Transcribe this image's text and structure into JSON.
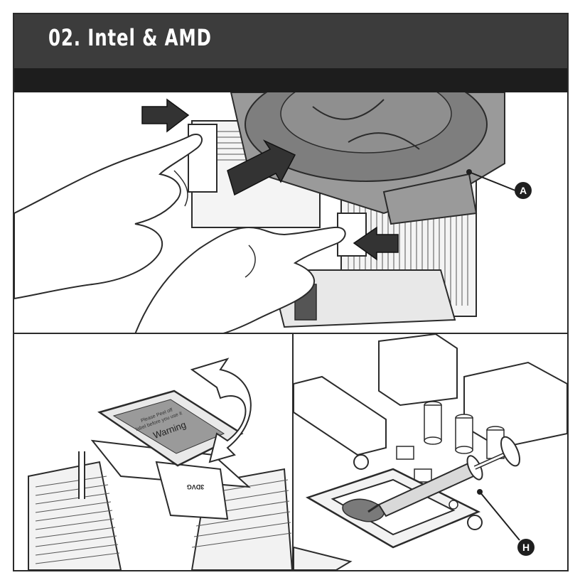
{
  "header": {
    "title": "02. Intel & AMD",
    "bg_color": "#3c3c3c",
    "subbar_color": "#1d1d1d"
  },
  "panels": {
    "top": {
      "callout": "A",
      "icons": [
        "hand-icon",
        "arrow-icon",
        "fan-icon",
        "heatsink-icon"
      ]
    },
    "bottom_left": {
      "sticker_line1": "Please Peel off",
      "sticker_line2": "label before you use it",
      "sticker_warning": "Warning",
      "logo_text": "3DVG",
      "icons": [
        "rotate-arrow-icon",
        "cooler-base-icon"
      ]
    },
    "bottom_right": {
      "callout": "H",
      "icons": [
        "thermal-paste-syringe-icon",
        "cpu-socket-icon",
        "motherboard-icon"
      ]
    }
  },
  "colors": {
    "ink": "#2b2b2b",
    "gray_fill": "#8a8a8a",
    "callout_fill": "#1f1f1f"
  }
}
